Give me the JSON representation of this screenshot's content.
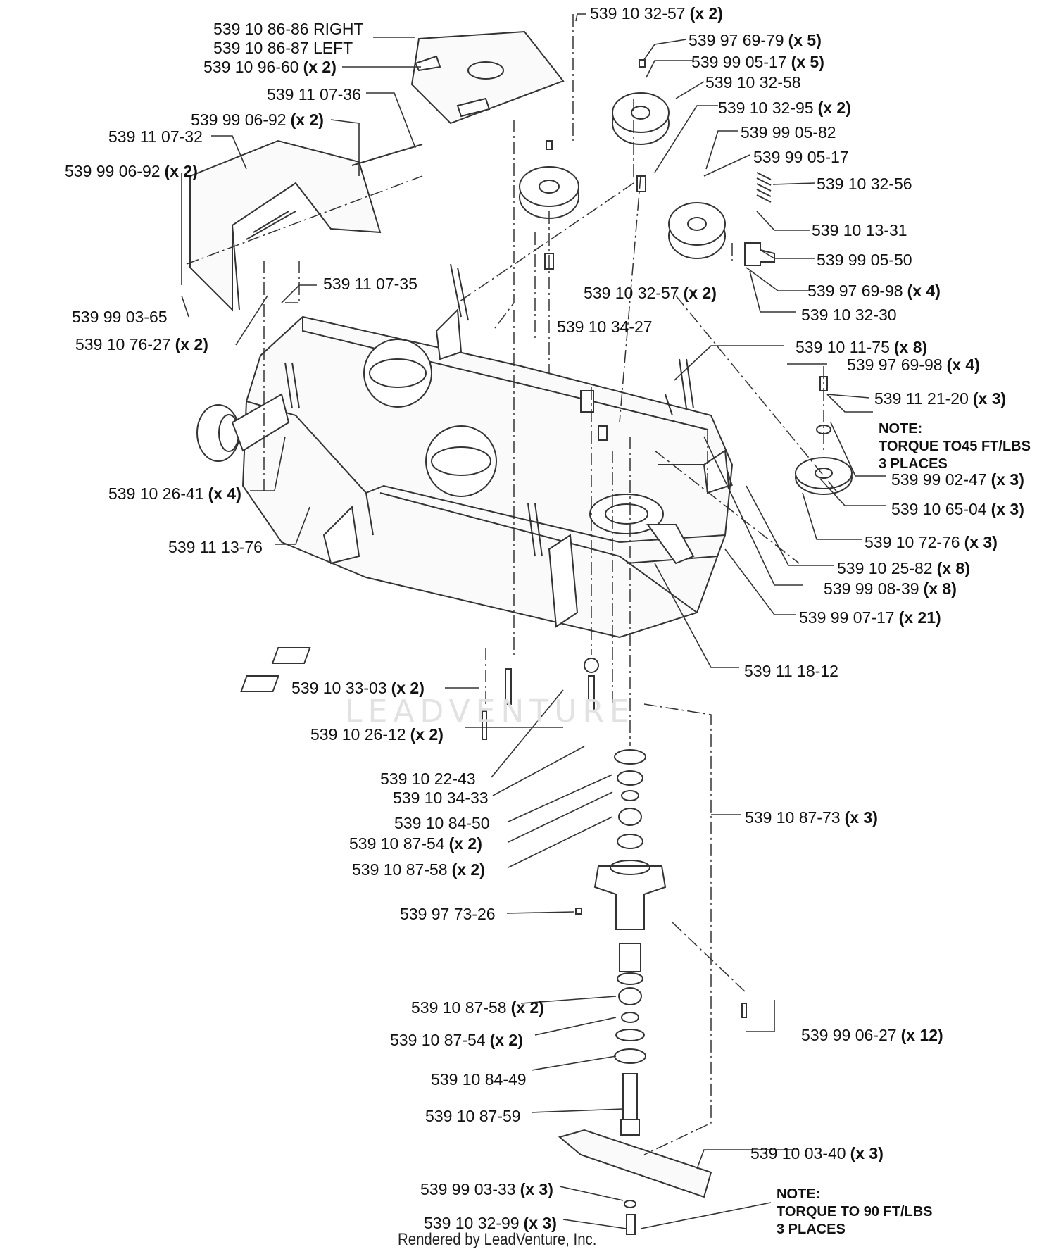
{
  "labels": [
    {
      "id": "l01",
      "part": "539 10 86-86 RIGHT",
      "qty": ""
    },
    {
      "id": "l02",
      "part": "539 10 86-87 LEFT",
      "qty": ""
    },
    {
      "id": "l03",
      "part": "539 10 96-60",
      "qty": "(x 2)"
    },
    {
      "id": "l04",
      "part": "539 11 07-36",
      "qty": ""
    },
    {
      "id": "l05",
      "part": "539 99 06-92",
      "qty": "(x 2)"
    },
    {
      "id": "l06",
      "part": "539 11 07-32",
      "qty": ""
    },
    {
      "id": "l07",
      "part": "539 99 06-92",
      "qty": "(x 2)"
    },
    {
      "id": "l08",
      "part": "539 11 07-35",
      "qty": ""
    },
    {
      "id": "l09",
      "part": "539 99 03-65",
      "qty": ""
    },
    {
      "id": "l10",
      "part": "539 10 76-27",
      "qty": "(x 2)"
    },
    {
      "id": "l11",
      "part": "539 10 32-57",
      "qty": "(x 2)"
    },
    {
      "id": "l12",
      "part": "539 97 69-79",
      "qty": "(x 5)"
    },
    {
      "id": "l13",
      "part": "539 99 05-17",
      "qty": "(x 5)"
    },
    {
      "id": "l14",
      "part": "539 10 32-58",
      "qty": ""
    },
    {
      "id": "l15",
      "part": "539 10 32-95",
      "qty": "(x 2)"
    },
    {
      "id": "l16",
      "part": "539 99 05-82",
      "qty": ""
    },
    {
      "id": "l17",
      "part": "539 99 05-17",
      "qty": ""
    },
    {
      "id": "l18",
      "part": "539 10 32-56",
      "qty": ""
    },
    {
      "id": "l19",
      "part": "539 10 13-31",
      "qty": ""
    },
    {
      "id": "l20",
      "part": "539 99 05-50",
      "qty": ""
    },
    {
      "id": "l21",
      "part": "539 10 32-57",
      "qty": "(x 2)"
    },
    {
      "id": "l22",
      "part": "539 97 69-98",
      "qty": "(x 4)"
    },
    {
      "id": "l23",
      "part": "539 10 32-30",
      "qty": ""
    },
    {
      "id": "l24",
      "part": "539 10 34-27",
      "qty": ""
    },
    {
      "id": "l25",
      "part": "539 10 11-75",
      "qty": "(x 8)"
    },
    {
      "id": "l26",
      "part": "539 97 69-98",
      "qty": "(x 4)"
    },
    {
      "id": "l27",
      "part": "539 11 21-20",
      "qty": "(x 3)"
    },
    {
      "id": "l28",
      "part": "539 99 02-47",
      "qty": "(x 3)"
    },
    {
      "id": "l29",
      "part": "539 10 65-04",
      "qty": "(x 3)"
    },
    {
      "id": "l30",
      "part": "539 10 72-76",
      "qty": "(x 3)"
    },
    {
      "id": "l31",
      "part": "539 10 25-82",
      "qty": "(x 8)"
    },
    {
      "id": "l32",
      "part": "539 99 08-39",
      "qty": "(x 8)"
    },
    {
      "id": "l33",
      "part": "539 99 07-17",
      "qty": "(x 21)"
    },
    {
      "id": "l34",
      "part": "539 10 26-41",
      "qty": "(x 4)"
    },
    {
      "id": "l35",
      "part": "539 11 13-76",
      "qty": ""
    },
    {
      "id": "l36",
      "part": "539 11 18-12",
      "qty": ""
    },
    {
      "id": "l37",
      "part": "539 10 33-03",
      "qty": "(x 2)"
    },
    {
      "id": "l38",
      "part": "539 10 26-12",
      "qty": "(x 2)"
    },
    {
      "id": "l39",
      "part": "539 10 22-43",
      "qty": ""
    },
    {
      "id": "l40",
      "part": "539 10 34-33",
      "qty": ""
    },
    {
      "id": "l41",
      "part": "539 10 84-50",
      "qty": ""
    },
    {
      "id": "l42",
      "part": "539 10 87-54",
      "qty": "(x 2)"
    },
    {
      "id": "l43",
      "part": "539 10 87-58",
      "qty": "(x 2)"
    },
    {
      "id": "l44",
      "part": "539 10 87-73",
      "qty": "(x 3)"
    },
    {
      "id": "l45",
      "part": "539 97 73-26",
      "qty": ""
    },
    {
      "id": "l46",
      "part": "539 10 87-58",
      "qty": "(x 2)"
    },
    {
      "id": "l47",
      "part": "539 10 87-54",
      "qty": "(x 2)"
    },
    {
      "id": "l48",
      "part": "539 99 06-27",
      "qty": "(x 12)"
    },
    {
      "id": "l49",
      "part": "539 10 84-49",
      "qty": ""
    },
    {
      "id": "l50",
      "part": "539 10 87-59",
      "qty": ""
    },
    {
      "id": "l51",
      "part": "539 10 03-40",
      "qty": "(x 3)"
    },
    {
      "id": "l52",
      "part": "539 99 03-33",
      "qty": "(x 3)"
    },
    {
      "id": "l53",
      "part": "539 10 32-99",
      "qty": "(x 3)"
    }
  ],
  "notes": {
    "torque45": [
      "NOTE:",
      "TORQUE TO45 FT/LBS",
      "3 PLACES"
    ],
    "torque90": [
      "NOTE:",
      "TORQUE TO 90 FT/LBS",
      "3 PLACES"
    ]
  },
  "footer": "Rendered by LeadVenture, Inc.",
  "watermark": "LEADVENTURE",
  "colors": {
    "ink": "#111111",
    "line": "#333333",
    "watermark": "#e2e2e2"
  }
}
